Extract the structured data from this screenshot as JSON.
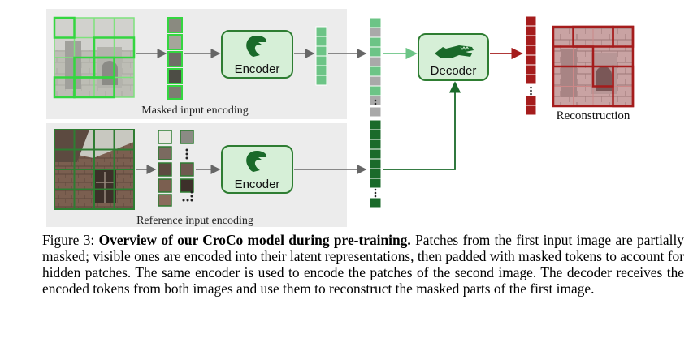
{
  "figure": {
    "panel_top_label": "Masked input encoding",
    "panel_bottom_label": "Reference input encoding",
    "encoder_label": "Encoder",
    "decoder_label": "Decoder",
    "reconstruction_label": "Reconstruction",
    "colors": {
      "panel_bg": "#ececec",
      "light_green": "#6cc486",
      "bright_green": "#34d640",
      "dark_green": "#1a6a2a",
      "box_fill": "#d6efd7",
      "box_stroke": "#2e7d32",
      "token_gray": "#a9a9a9",
      "red": "#a51c1c",
      "arrow_gray": "#666666"
    },
    "icons": [
      "croc-head-icon",
      "croc-head-icon",
      "crocodile-icon"
    ]
  },
  "caption": {
    "prefix": "Figure 3: ",
    "title": "Overview of our CroCo model during pre-training.",
    "body": " Patches from the first input image are partially masked; visible ones are encoded into their latent representations, then padded with masked tokens to account for hidden patches. The same encoder is used to encode the patches of the second image. The decoder receives the encoded tokens from both images and use them to reconstruct the masked parts of the first image."
  }
}
